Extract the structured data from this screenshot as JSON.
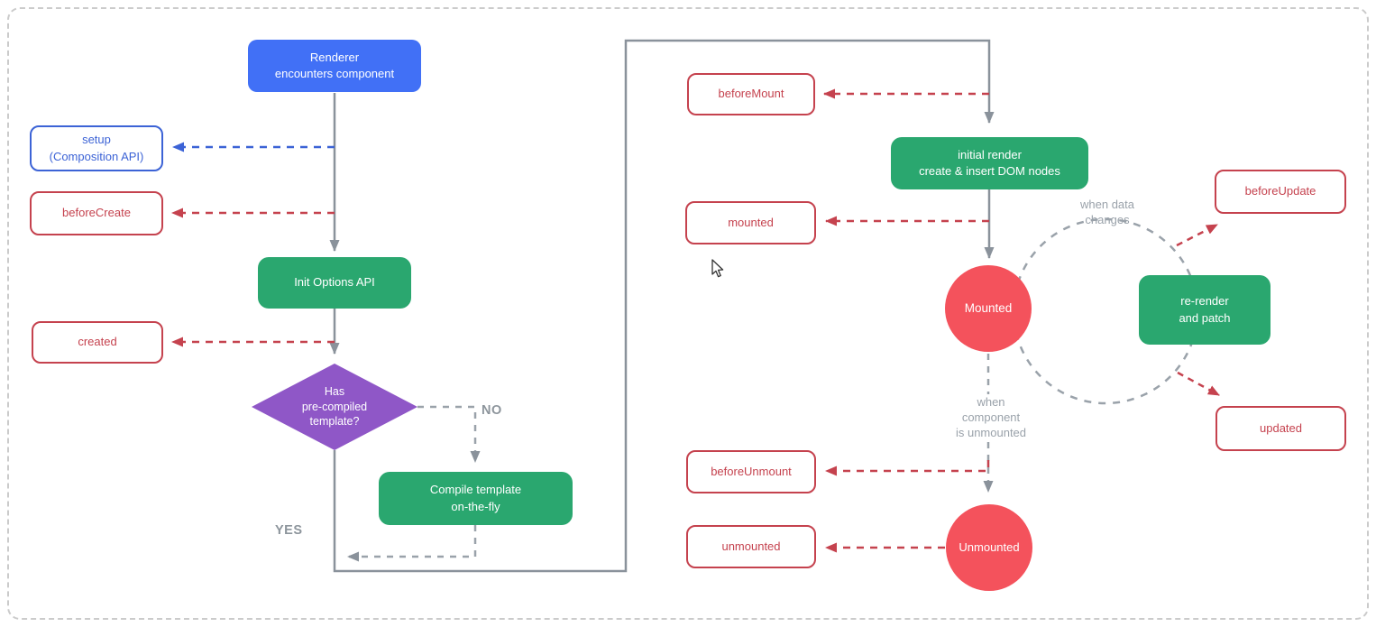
{
  "colors": {
    "blue_fill": "#4170F6",
    "blue_outline": "#3C63D6",
    "green_fill": "#2AA76F",
    "purple_fill": "#8F57C7",
    "red_fill": "#F4525C",
    "red_outline": "#C5424E",
    "gray_line": "#8A929B",
    "gray_dashed": "#9AA2AA",
    "gray_text": "#8D959C",
    "border_dashed": "#CBCBCB"
  },
  "nodes": {
    "renderer": {
      "label": "Renderer\nencounters component"
    },
    "setup": {
      "label": "setup\n(Composition API)"
    },
    "before_create": {
      "label": "beforeCreate"
    },
    "init_options": {
      "label": "Init Options API"
    },
    "created": {
      "label": "created"
    },
    "has_template": {
      "label": "Has\npre-compiled\ntemplate?"
    },
    "compile": {
      "label": "Compile template\non-the-fly"
    },
    "initial_render": {
      "label": "initial render\ncreate & insert DOM nodes"
    },
    "before_mount": {
      "label": "beforeMount"
    },
    "mounted_hook": {
      "label": "mounted"
    },
    "mounted_state": {
      "label": "Mounted"
    },
    "re_render": {
      "label": "re-render\nand patch"
    },
    "before_update": {
      "label": "beforeUpdate"
    },
    "updated": {
      "label": "updated"
    },
    "before_unmount": {
      "label": "beforeUnmount"
    },
    "unmounted_hook": {
      "label": "unmounted"
    },
    "unmounted_state": {
      "label": "Unmounted"
    }
  },
  "labels": {
    "no": "NO",
    "yes": "YES",
    "when_data_changes": "when data\nchanges",
    "when_unmounted": "when\ncomponent\nis unmounted"
  }
}
